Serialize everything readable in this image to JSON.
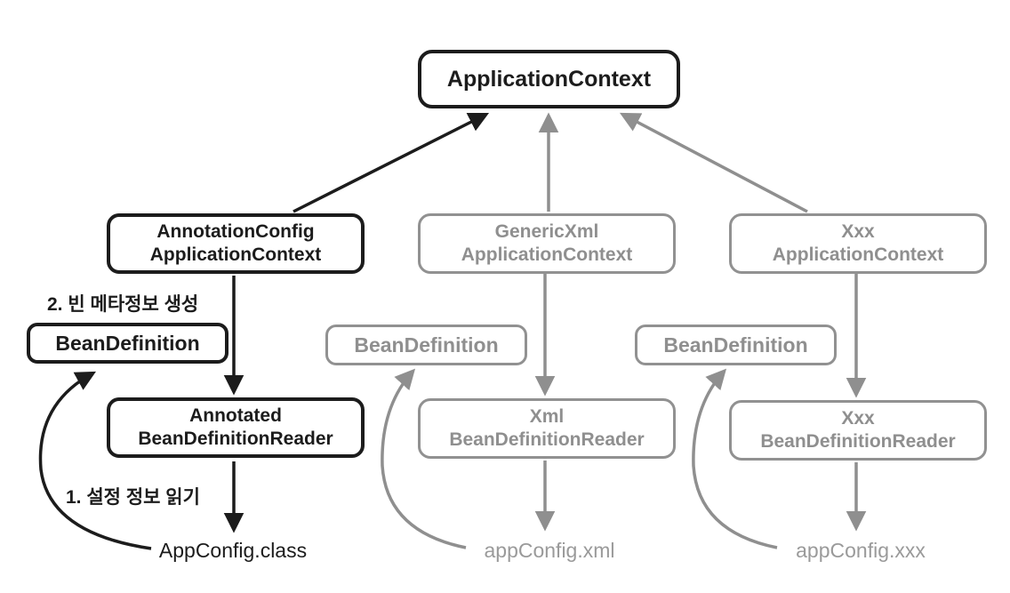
{
  "diagram": {
    "root": {
      "label": "ApplicationContext"
    },
    "columns": [
      {
        "id": "annotation-config",
        "state": "active",
        "context_line1": "AnnotationConfig",
        "context_line2": "ApplicationContext",
        "bean_definition": "BeanDefinition",
        "reader_line1": "Annotated",
        "reader_line2": "BeanDefinitionReader",
        "config_source": "AppConfig.class"
      },
      {
        "id": "generic-xml",
        "state": "inactive",
        "context_line1": "GenericXml",
        "context_line2": "ApplicationContext",
        "bean_definition": "BeanDefinition",
        "reader_line1": "Xml",
        "reader_line2": "BeanDefinitionReader",
        "config_source": "appConfig.xml"
      },
      {
        "id": "xxx",
        "state": "inactive",
        "context_line1": "Xxx",
        "context_line2": "ApplicationContext",
        "bean_definition": "BeanDefinition",
        "reader_line1": "Xxx",
        "reader_line2": "BeanDefinitionReader",
        "config_source": "appConfig.xxx"
      }
    ],
    "annotations": {
      "step2": "2. 빈 메타정보 생성",
      "step1": "1. 설정 정보 읽기"
    },
    "colors": {
      "active": "#1c1c1c",
      "inactive": "#8f8f8f",
      "background": "#ffffff"
    }
  }
}
